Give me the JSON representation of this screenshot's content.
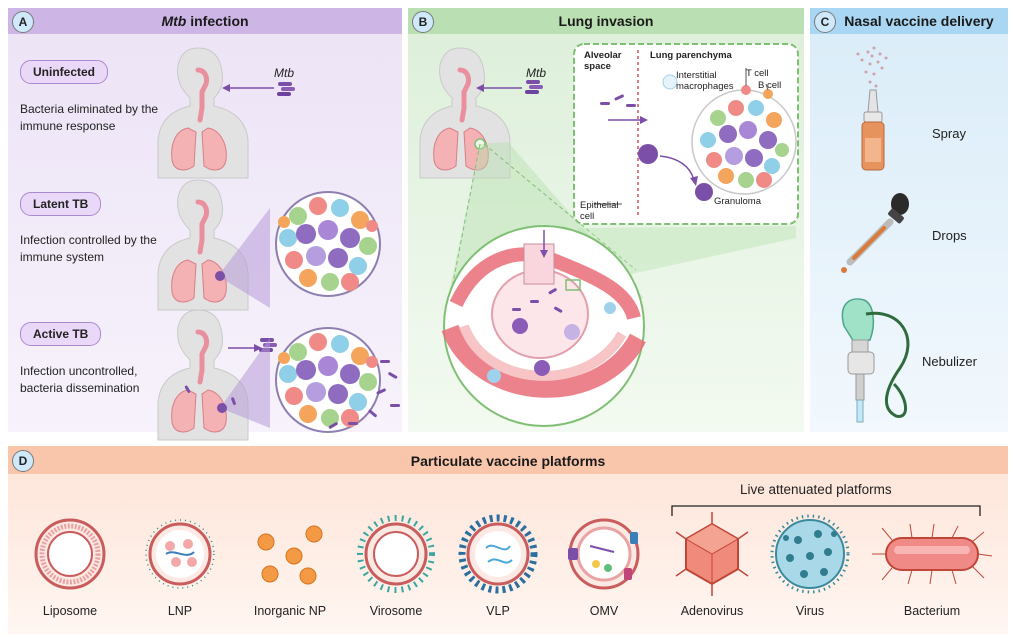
{
  "panel_a": {
    "letter": "A",
    "title_italic": "Mtb",
    "title_rest": " infection",
    "mtb_label": "Mtb",
    "states": [
      {
        "pill": "Uninfected",
        "desc": "Bacteria eliminated by the immune response"
      },
      {
        "pill": "Latent TB",
        "desc": "Infection controlled by the immune system"
      },
      {
        "pill": "Active TB",
        "desc": "Infection uncontrolled, bacteria dissemination"
      }
    ]
  },
  "panel_b": {
    "letter": "B",
    "title": "Lung invasion",
    "mtb_label": "Mtb",
    "alveolar_space": "Alveolar space",
    "lung_parenchyma": "Lung parenchyma",
    "interstitial_macrophages": "Interstitial macrophages",
    "t_cell": "T cell",
    "b_cell": "B cell",
    "epithelial_cell": "Epithelial cell",
    "granuloma": "Granuloma"
  },
  "panel_c": {
    "letter": "C",
    "title": "Nasal vaccine delivery",
    "methods": [
      "Spray",
      "Drops",
      "Nebulizer"
    ]
  },
  "panel_d": {
    "letter": "D",
    "title": "Particulate vaccine platforms",
    "live_label": "Live attenuated platforms",
    "platforms": [
      "Liposome",
      "LNP",
      "Inorganic NP",
      "Virosome",
      "VLP",
      "OMV",
      "Adenovirus",
      "Virus",
      "Bacterium"
    ]
  },
  "colors": {
    "panel_a_header": "#cdb6e6",
    "panel_b_header": "#b9dfb2",
    "panel_c_header": "#a9d6f2",
    "panel_d_header": "#f9c6ab",
    "bacteria": "#7b4fa8",
    "lung": "#f0a0a4"
  }
}
